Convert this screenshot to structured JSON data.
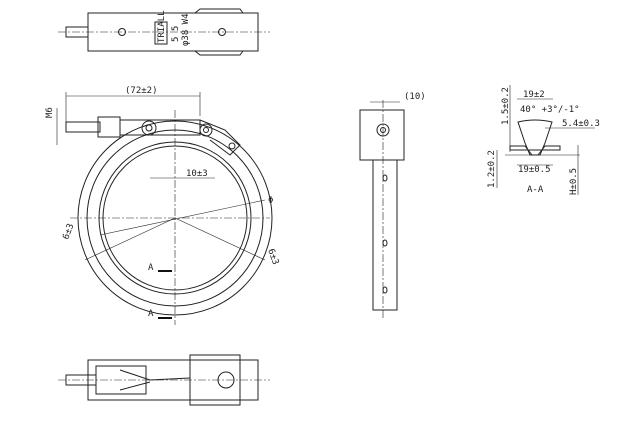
{
  "top_view": {
    "brand": "TRIALL",
    "marks": [
      "5 5",
      "φ38 W4"
    ]
  },
  "front_view": {
    "dim_length": "(72±2)",
    "dim_thread": "M6",
    "dim_offset": "10±3",
    "dim_diameter": "Φ",
    "dim_left_angle": "6±3",
    "dim_right_angle": "6±3",
    "section_mark_top": "A",
    "section_mark_bottom": "A"
  },
  "side_view": {
    "dim_width": "(10)"
  },
  "section_view": {
    "title": "A-A",
    "dim_top_width": "19±2",
    "dim_angle": "40° +3°/-1°",
    "dim_height_top": "1.5±0.2",
    "dim_depth": "5.4±0.3",
    "dim_thickness": "1.2±0.2",
    "dim_bottom_width": "19±0.5",
    "dim_h": "H±0.5"
  }
}
